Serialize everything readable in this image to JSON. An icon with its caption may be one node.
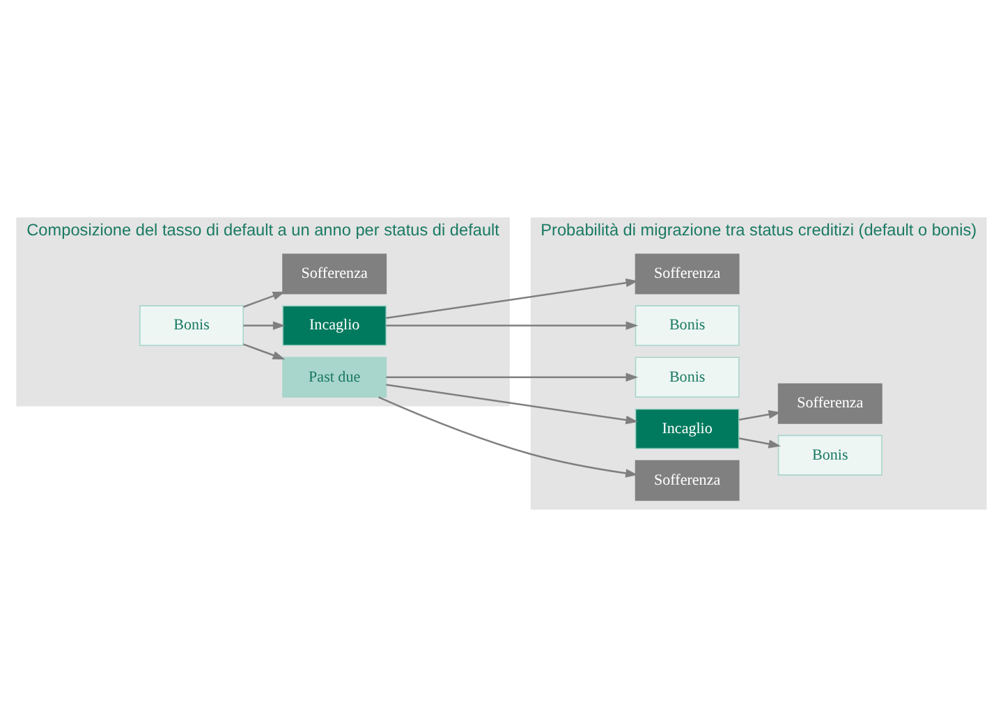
{
  "diagram": {
    "nodes": [
      {
        "text": [
          "Composizione del tasso di default a un anno per status di default"
        ]
      },
      {
        "text": [
          "Probabilità di migrazione tra status creditizi (default o bonis)"
        ]
      },
      {
        "text": [
          "Bonis"
        ],
        "in": 0
      },
      {
        "text": [
          "Past due"
        ],
        "in": 0
      },
      {
        "text": [
          "Incaglio"
        ],
        "in": 0
      },
      {
        "text": [
          "Sofferenza"
        ],
        "in": 0
      },
      {
        "text": [
          "Bonis"
        ],
        "in": 1
      },
      {
        "text": [
          "Incaglio"
        ],
        "in": 1
      },
      {
        "text": [
          "Sofferenza"
        ],
        "in": 1
      },
      {
        "text": [
          "Bonis"
        ],
        "in": 1
      },
      {
        "text": [
          "Sofferenza"
        ],
        "in": 1
      },
      {
        "text": [
          "Bonis"
        ],
        "in": 1
      },
      {
        "text": [
          "Sofferenza"
        ],
        "in": 1
      }
    ],
    "edges": [
      {
        "from": 2,
        "to": 3,
        "arrow": "to"
      },
      {
        "from": 2,
        "to": 4,
        "arrow": "to"
      },
      {
        "from": 2,
        "to": 5,
        "arrow": "to"
      },
      {
        "from": 3,
        "to": 6,
        "arrow": "to"
      },
      {
        "from": 3,
        "to": 7,
        "arrow": "to"
      },
      {
        "from": 3,
        "to": 8,
        "arrow": "to"
      },
      {
        "from": 7,
        "to": 11,
        "arrow": "to"
      },
      {
        "from": 7,
        "to": 12,
        "arrow": "to"
      },
      {
        "from": 4,
        "to": 9,
        "arrow": "to"
      },
      {
        "from": 4,
        "to": 10,
        "arrow": "to"
      }
    ]
  }
}
